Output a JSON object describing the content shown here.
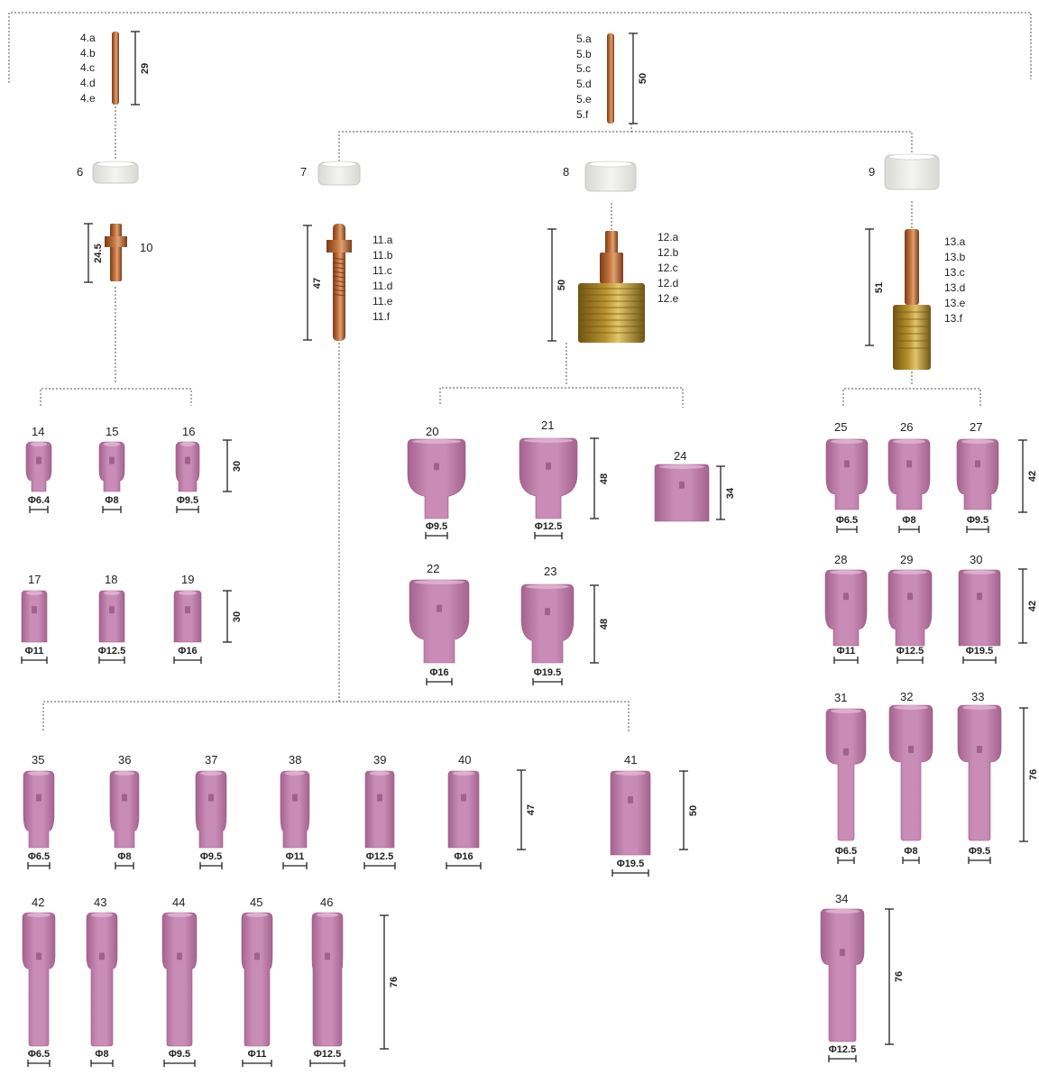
{
  "diagram": {
    "top_parts": [
      {
        "id": "4",
        "sub_labels": [
          "4.a",
          "4.b",
          "4.c",
          "4.d",
          "4.e"
        ],
        "dimension": "29"
      },
      {
        "id": "5",
        "sub_labels": [
          "5.a",
          "5.b",
          "5.c",
          "5.d",
          "5.e",
          "5.f"
        ],
        "dimension": "50"
      }
    ],
    "insulators": [
      {
        "id": "6"
      },
      {
        "id": "7"
      },
      {
        "id": "8"
      },
      {
        "id": "9"
      }
    ],
    "collet_bodies": [
      {
        "id": "10",
        "sub_labels": [],
        "dimension": "24.5"
      },
      {
        "id": "11",
        "sub_labels": [
          "11.a",
          "11.b",
          "11.c",
          "11.d",
          "11.e",
          "11.f"
        ],
        "dimension": "47"
      },
      {
        "id": "12",
        "sub_labels": [
          "12.a",
          "12.b",
          "12.c",
          "12.d",
          "12.e"
        ],
        "dimension": "50"
      },
      {
        "id": "13",
        "sub_labels": [
          "13.a",
          "13.b",
          "13.c",
          "13.d",
          "13.e",
          "13.f"
        ],
        "dimension": "51"
      }
    ],
    "nozzles": [
      {
        "id": "14",
        "dia": "Φ6.4"
      },
      {
        "id": "15",
        "dia": "Φ8"
      },
      {
        "id": "16",
        "dia": "Φ9.5"
      },
      {
        "id": "17",
        "dia": "Φ11"
      },
      {
        "id": "18",
        "dia": "Φ12.5"
      },
      {
        "id": "19",
        "dia": "Φ16"
      },
      {
        "id": "20",
        "dia": "Φ9.5"
      },
      {
        "id": "21",
        "dia": "Φ12.5"
      },
      {
        "id": "22",
        "dia": "Φ16"
      },
      {
        "id": "23",
        "dia": "Φ19.5"
      },
      {
        "id": "24",
        "dia": ""
      },
      {
        "id": "25",
        "dia": "Φ6.5"
      },
      {
        "id": "26",
        "dia": "Φ8"
      },
      {
        "id": "27",
        "dia": "Φ9.5"
      },
      {
        "id": "28",
        "dia": "Φ11"
      },
      {
        "id": "29",
        "dia": "Φ12.5"
      },
      {
        "id": "30",
        "dia": "Φ19.5"
      },
      {
        "id": "31",
        "dia": "Φ6.5"
      },
      {
        "id": "32",
        "dia": "Φ8"
      },
      {
        "id": "33",
        "dia": "Φ9.5"
      },
      {
        "id": "34",
        "dia": "Φ12.5"
      },
      {
        "id": "35",
        "dia": "Φ6.5"
      },
      {
        "id": "36",
        "dia": "Φ8"
      },
      {
        "id": "37",
        "dia": "Φ9.5"
      },
      {
        "id": "38",
        "dia": "Φ11"
      },
      {
        "id": "39",
        "dia": "Φ12.5"
      },
      {
        "id": "40",
        "dia": "Φ16"
      },
      {
        "id": "41",
        "dia": "Φ19.5"
      },
      {
        "id": "42",
        "dia": "Φ6.5"
      },
      {
        "id": "43",
        "dia": "Φ8"
      },
      {
        "id": "44",
        "dia": "Φ9.5"
      },
      {
        "id": "45",
        "dia": "Φ11"
      },
      {
        "id": "46",
        "dia": "Φ12.5"
      }
    ],
    "row_dimensions": [
      {
        "id": "dim-14-16",
        "value": "30"
      },
      {
        "id": "dim-17-19",
        "value": "30"
      },
      {
        "id": "dim-20-21",
        "value": "48"
      },
      {
        "id": "dim-24",
        "value": "34"
      },
      {
        "id": "dim-22-23",
        "value": "48"
      },
      {
        "id": "dim-25-27",
        "value": "42"
      },
      {
        "id": "dim-28-30",
        "value": "42"
      },
      {
        "id": "dim-31-33",
        "value": "76"
      },
      {
        "id": "dim-34",
        "value": "76"
      },
      {
        "id": "dim-35-40",
        "value": "47"
      },
      {
        "id": "dim-41",
        "value": "50"
      },
      {
        "id": "dim-42-46",
        "value": "76"
      }
    ],
    "colors": {
      "ceramic_pink": "#c98cb7",
      "ceramic_dark": "#a4638e",
      "copper": "#c4733d",
      "brass": "#b8912d",
      "insulator": "#f4f4f2",
      "connector": "#555555"
    }
  }
}
